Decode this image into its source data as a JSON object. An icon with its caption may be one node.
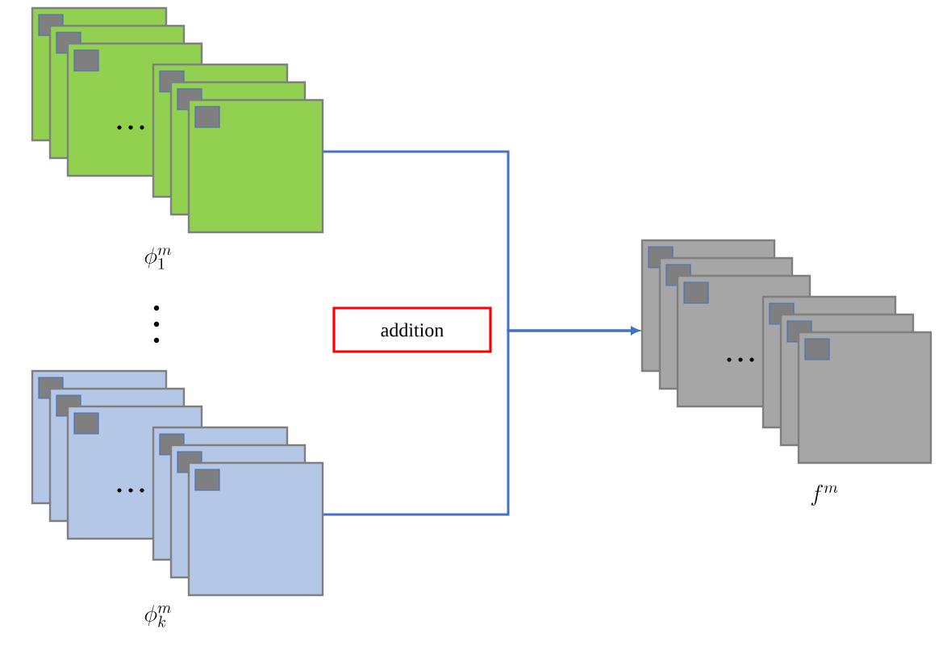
{
  "diagram": {
    "nodes": [
      {
        "text": [],
        "shape": "picture",
        "beside": [
          "\\phi_1^m"
        ]
      },
      {
        "text": [],
        "shape": "picture",
        "beside": [
          "\\phi_k^m"
        ]
      },
      {
        "text": [],
        "shape": "picture",
        "beside": [
          "f^m"
        ]
      },
      {
        "text": [
          "addition"
        ]
      }
    ],
    "edges": [
      {
        "from": 0,
        "to": 2,
        "arrow": "to"
      },
      {
        "from": 1,
        "to": 2,
        "arrow": "to"
      }
    ]
  }
}
